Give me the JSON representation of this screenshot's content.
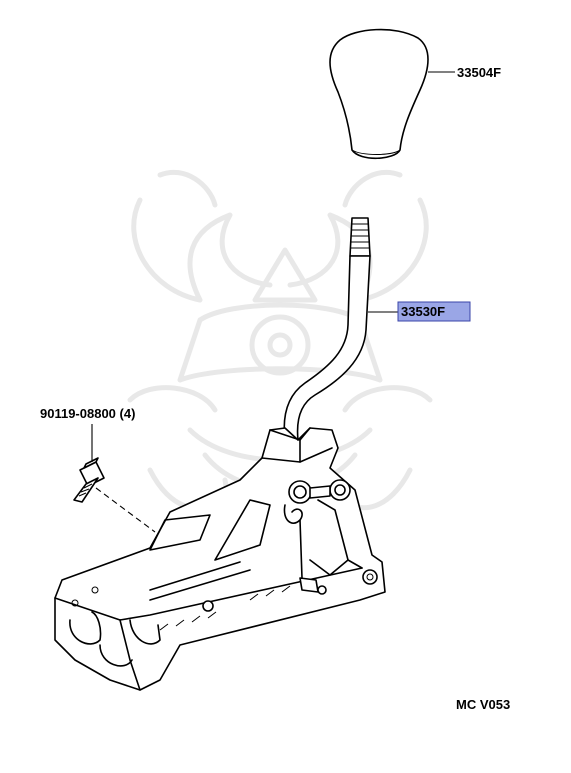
{
  "diagram": {
    "parts": [
      {
        "id": "shift-knob",
        "callout": "33504F",
        "highlighted": false
      },
      {
        "id": "shift-lever",
        "callout": "33530F",
        "highlighted": true
      },
      {
        "id": "bolt",
        "callout": "90119-08800 (4)",
        "highlighted": false
      }
    ],
    "reference_code": "MC V053",
    "colors": {
      "highlight_fill": "#9aa6e6",
      "highlight_stroke": "#3a44a8",
      "line": "#000000",
      "watermark": "#e8e8e8"
    }
  }
}
